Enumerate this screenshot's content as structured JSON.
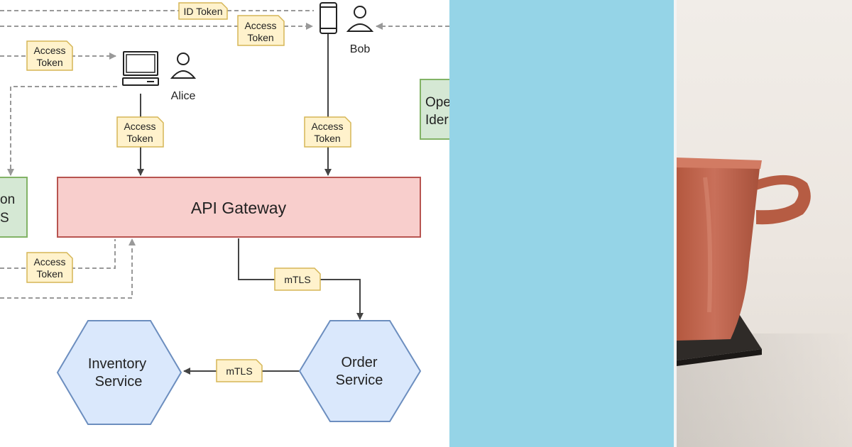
{
  "diagram": {
    "gateway_label": "API Gateway",
    "users": {
      "alice": "Alice",
      "bob": "Bob"
    },
    "token_notes": {
      "id_token": "ID Token",
      "access_line1": "Access",
      "access_line2": "Token",
      "mtls": "mTLS"
    },
    "services": {
      "inventory_line1": "Inventory",
      "inventory_line2": "Service",
      "order_line1": "Order",
      "order_line2": "Service"
    },
    "clipped_left_box": {
      "line1": "on",
      "line2": "S"
    },
    "clipped_right_box": {
      "line1": "Ope",
      "line2": "Ider"
    }
  },
  "colors": {
    "gateway_fill": "#f8cecc",
    "gateway_stroke": "#b85450",
    "service_fill": "#dae8fc",
    "service_stroke": "#6c8ebf",
    "note_fill": "#fff2cc",
    "note_stroke": "#d6b656",
    "green_fill": "#d5e8d4",
    "green_stroke": "#82b366",
    "blue_panel": "#95d4e7",
    "mug": "#c46a50"
  }
}
